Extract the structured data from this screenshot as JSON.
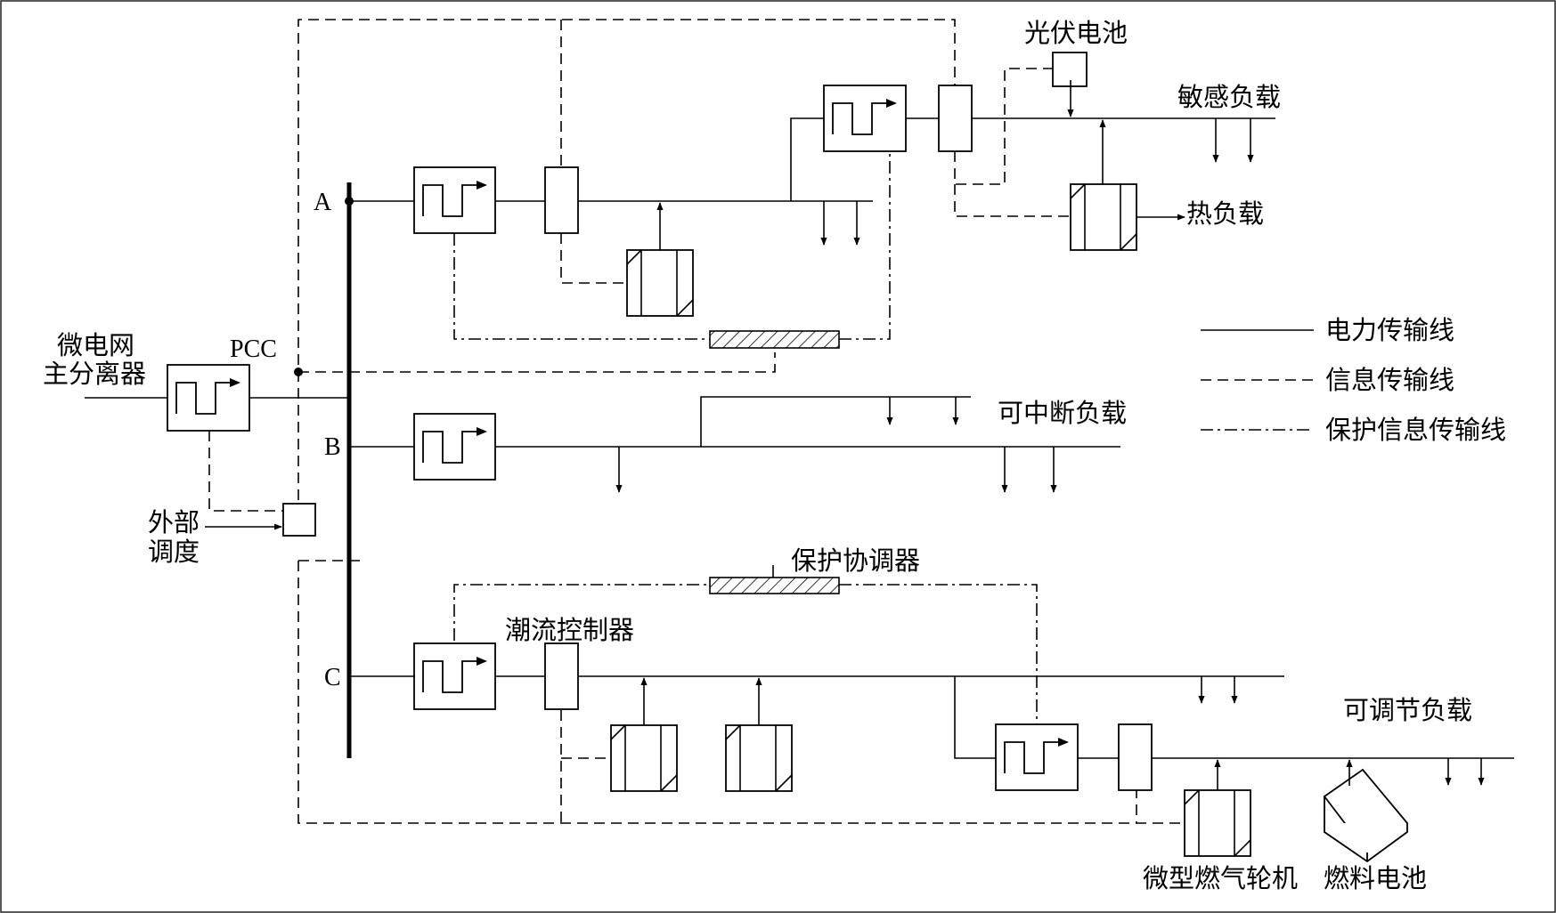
{
  "labels": {
    "main_isolator_line1": "微电网",
    "main_isolator_line2": "主分离器",
    "pcc": "PCC",
    "bus_a": "A",
    "bus_b": "B",
    "bus_c": "C",
    "external_dispatch_line1": "外部",
    "external_dispatch_line2": "调度",
    "pv_cell": "光伏电池",
    "sensitive_load": "敏感负载",
    "heat_load": "热负载",
    "interruptible_load": "可中断负载",
    "protection_coordinator": "保护协调器",
    "power_flow_controller": "潮流控制器",
    "adjustable_load": "可调节负载",
    "micro_gas_turbine": "微型燃气轮机",
    "fuel_cell": "燃料电池"
  },
  "legend": [
    {
      "line": "solid",
      "label": "电力传输线"
    },
    {
      "line": "dashed",
      "label": "信息传输线"
    },
    {
      "line": "dashdot",
      "label": "保护信息传输线"
    }
  ],
  "colors": {
    "line": "#000000",
    "background": "#ffffff"
  }
}
